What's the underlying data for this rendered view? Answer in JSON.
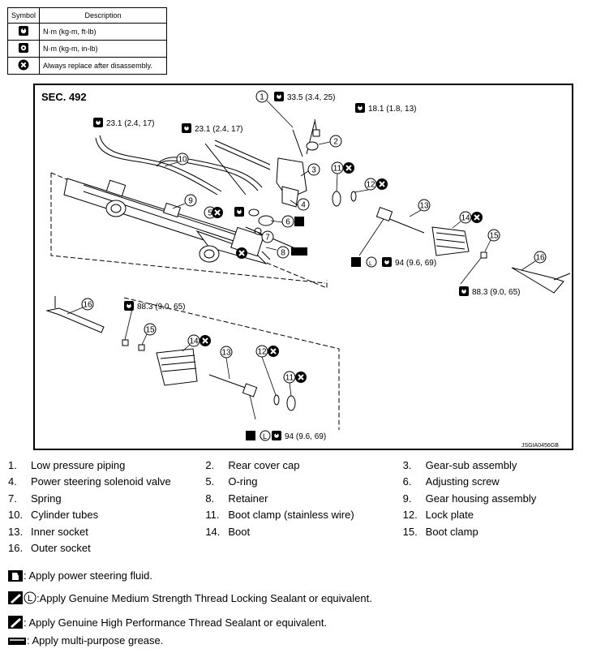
{
  "symbol_table": {
    "header_symbol": "Symbol",
    "header_description": "Description",
    "rows": [
      {
        "icon": "torque-wrench-icon",
        "description": "N·m (kg-m, ft-lb)"
      },
      {
        "icon": "torque-wrench-small-icon",
        "description": "N·m (kg-m, in-lb)"
      },
      {
        "icon": "replace-x-icon",
        "description": "Always replace after disassembly."
      }
    ]
  },
  "diagram": {
    "section": "SEC. 492",
    "figure_id": "JSGIA0456GB",
    "torques": {
      "t1": "33.5 (3.4, 25)",
      "t2": "18.1 (1.8, 13)",
      "t3": "23.1 (2.4, 17)",
      "t4": "23.1 (2.4, 17)",
      "t5": "94 (9.6, 69)",
      "t6": "88.3 (9.0, 65)",
      "t7": "88.3 (9.0, 65)",
      "t8": "94 (9.6, 69)"
    },
    "callout_numbers": [
      "1",
      "2",
      "3",
      "4",
      "5",
      "6",
      "7",
      "8",
      "9",
      "10",
      "11",
      "12",
      "13",
      "14",
      "15",
      "16"
    ],
    "lock_sealant_letter": "L"
  },
  "parts": [
    {
      "num": "1.",
      "name": "Low pressure piping"
    },
    {
      "num": "2.",
      "name": "Rear cover cap"
    },
    {
      "num": "3.",
      "name": "Gear-sub assembly"
    },
    {
      "num": "4.",
      "name": "Power steering solenoid valve"
    },
    {
      "num": "5.",
      "name": "O-ring"
    },
    {
      "num": "6.",
      "name": "Adjusting screw"
    },
    {
      "num": "7.",
      "name": "Spring"
    },
    {
      "num": "8.",
      "name": "Retainer"
    },
    {
      "num": "9.",
      "name": "Gear housing assembly"
    },
    {
      "num": "10.",
      "name": "Cylinder tubes"
    },
    {
      "num": "11.",
      "name": "Boot clamp (stainless wire)"
    },
    {
      "num": "12.",
      "name": "Lock plate"
    },
    {
      "num": "13.",
      "name": "Inner socket"
    },
    {
      "num": "14.",
      "name": "Boot"
    },
    {
      "num": "15.",
      "name": "Boot clamp"
    },
    {
      "num": "16.",
      "name": "Outer socket"
    }
  ],
  "notes": {
    "fluid": ": Apply power steering fluid.",
    "medium_sealant": ":Apply Genuine Medium Strength Thread Locking Sealant or equivalent.",
    "medium_letter": "L",
    "high_sealant": ": Apply Genuine High Performance Thread Sealant or equivalent.",
    "grease": ": Apply multi-purpose grease."
  }
}
